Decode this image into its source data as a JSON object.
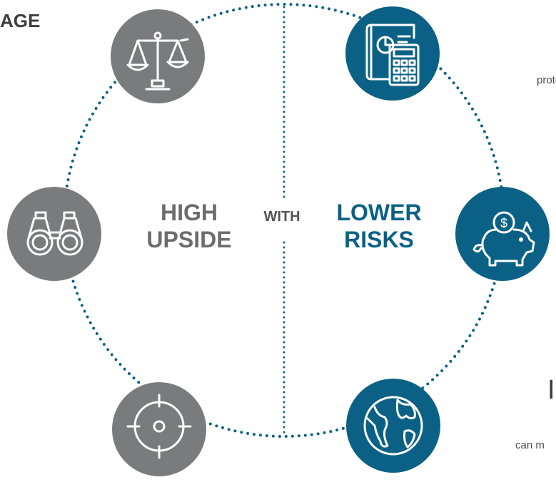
{
  "corner_title": "AGE",
  "center": {
    "left_label_line1": "HIGH",
    "left_label_line2": "UPSIDE",
    "connector": "WITH",
    "right_label_line1": "LOWER",
    "right_label_line2": "RISKS"
  },
  "edge_text": {
    "right_top": "prote",
    "right_glyph": "I",
    "right_bottom": "can m"
  },
  "colors": {
    "grey_node": "#7a7b7d",
    "blue_node": "#0b6185",
    "dotted_ring": "#0b6185"
  },
  "nodes": [
    {
      "icon": "balance-scale-icon",
      "tone": "grey"
    },
    {
      "icon": "binoculars-icon",
      "tone": "grey"
    },
    {
      "icon": "crosshair-target-icon",
      "tone": "grey"
    },
    {
      "icon": "blueprint-calculator-icon",
      "tone": "blue"
    },
    {
      "icon": "piggy-bank-dollar-icon",
      "tone": "blue"
    },
    {
      "icon": "globe-icon",
      "tone": "blue"
    }
  ]
}
